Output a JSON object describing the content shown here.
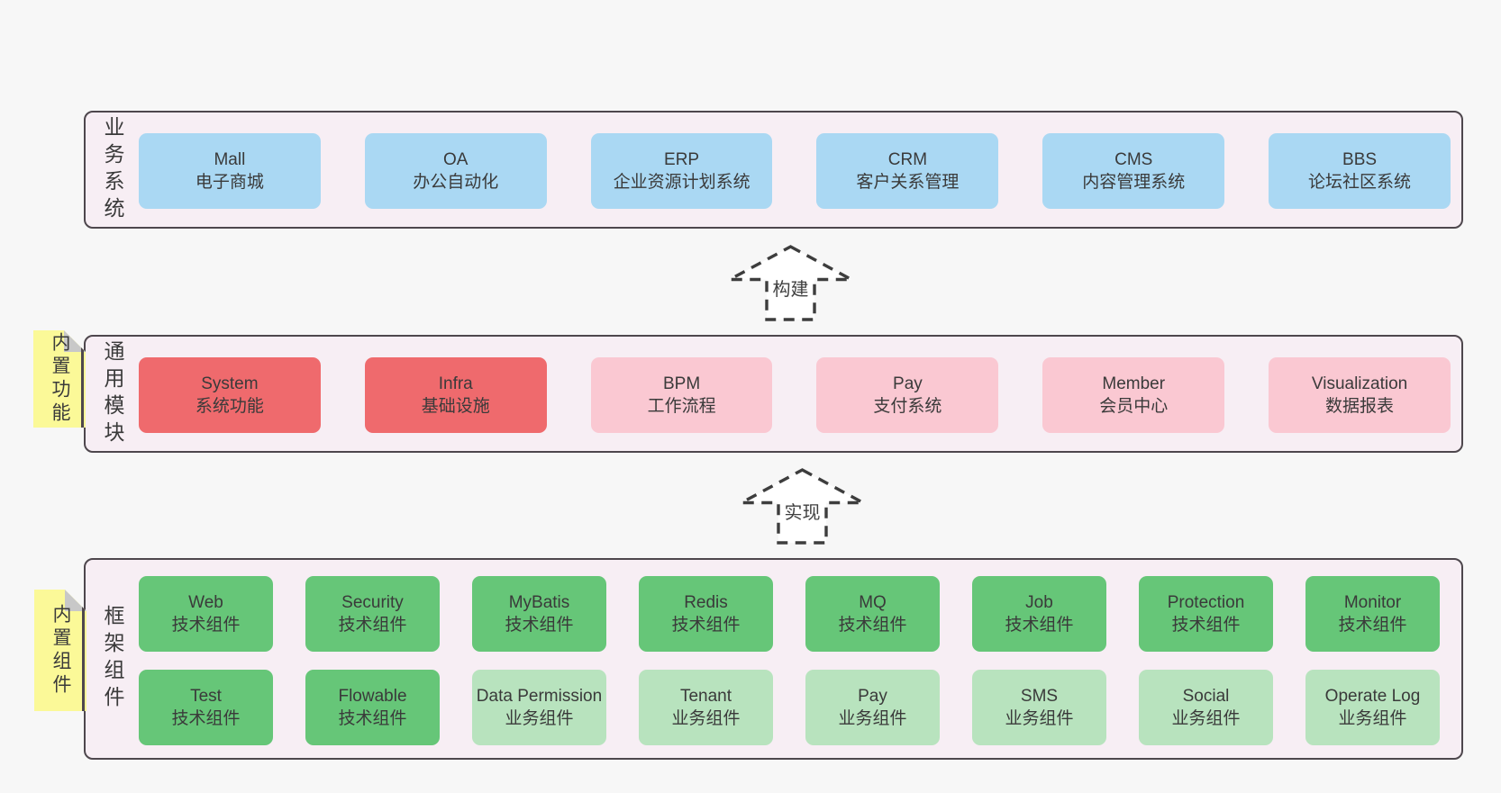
{
  "page": {
    "background": "#f7f7f7",
    "text_color": "#3f3f3f"
  },
  "colors": {
    "band_fill": "#f7eef4",
    "band_border": "#4e474d",
    "blue_box": "#aad8f3",
    "red_box": "#ef6a6d",
    "pink_box": "#fac8d2",
    "green_box": "#66c678",
    "light_green_box": "#b8e3be",
    "sticky_yellow": "#fbf998",
    "sticky_fold": "#c8c8c8",
    "arrow_dash": "#3d3d3d"
  },
  "arrows": [
    {
      "label": "构建"
    },
    {
      "label": "实现"
    }
  ],
  "bands": [
    {
      "label": "业务系统",
      "sticky": null,
      "rows": [
        [
          {
            "name": "Mall",
            "desc": "电子商城",
            "color": "blue"
          },
          {
            "name": "OA",
            "desc": "办公自动化",
            "color": "blue"
          },
          {
            "name": "ERP",
            "desc": "企业资源计划系统",
            "color": "blue"
          },
          {
            "name": "CRM",
            "desc": "客户关系管理",
            "color": "blue"
          },
          {
            "name": "CMS",
            "desc": "内容管理系统",
            "color": "blue"
          },
          {
            "name": "BBS",
            "desc": "论坛社区系统",
            "color": "blue"
          }
        ]
      ]
    },
    {
      "label": "通用模块",
      "sticky": "内置功能",
      "rows": [
        [
          {
            "name": "System",
            "desc": "系统功能",
            "color": "red"
          },
          {
            "name": "Infra",
            "desc": "基础设施",
            "color": "red"
          },
          {
            "name": "BPM",
            "desc": "工作流程",
            "color": "pink"
          },
          {
            "name": "Pay",
            "desc": "支付系统",
            "color": "pink"
          },
          {
            "name": "Member",
            "desc": "会员中心",
            "color": "pink"
          },
          {
            "name": "Visualization",
            "desc": "数据报表",
            "color": "pink"
          }
        ]
      ]
    },
    {
      "label": "框架组件",
      "sticky": "内置组件",
      "rows": [
        [
          {
            "name": "Web",
            "desc": "技术组件",
            "color": "green"
          },
          {
            "name": "Security",
            "desc": "技术组件",
            "color": "green"
          },
          {
            "name": "MyBatis",
            "desc": "技术组件",
            "color": "green"
          },
          {
            "name": "Redis",
            "desc": "技术组件",
            "color": "green"
          },
          {
            "name": "MQ",
            "desc": "技术组件",
            "color": "green"
          },
          {
            "name": "Job",
            "desc": "技术组件",
            "color": "green"
          },
          {
            "name": "Protection",
            "desc": "技术组件",
            "color": "green"
          },
          {
            "name": "Monitor",
            "desc": "技术组件",
            "color": "green"
          }
        ],
        [
          {
            "name": "Test",
            "desc": "技术组件",
            "color": "green"
          },
          {
            "name": "Flowable",
            "desc": "技术组件",
            "color": "green"
          },
          {
            "name": "Data Permission",
            "desc": "业务组件",
            "color": "lightgreen"
          },
          {
            "name": "Tenant",
            "desc": "业务组件",
            "color": "lightgreen"
          },
          {
            "name": "Pay",
            "desc": "业务组件",
            "color": "lightgreen"
          },
          {
            "name": "SMS",
            "desc": "业务组件",
            "color": "lightgreen"
          },
          {
            "name": "Social",
            "desc": "业务组件",
            "color": "lightgreen"
          },
          {
            "name": "Operate Log",
            "desc": "业务组件",
            "color": "lightgreen"
          }
        ]
      ]
    }
  ]
}
